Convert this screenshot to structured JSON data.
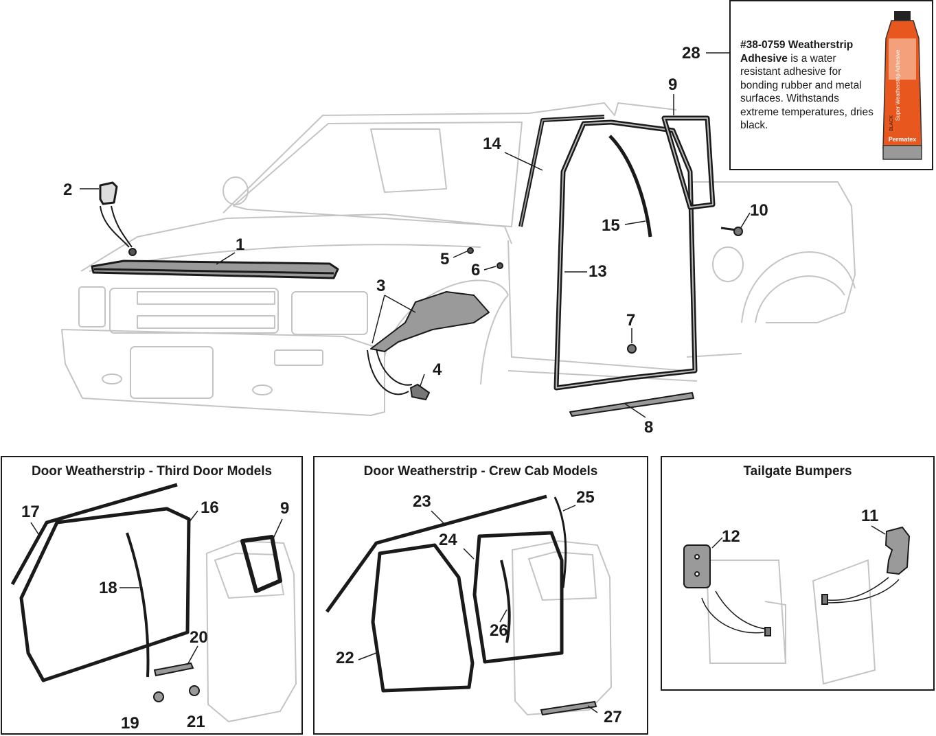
{
  "callouts": {
    "c1": "1",
    "c2": "2",
    "c3": "3",
    "c4": "4",
    "c5": "5",
    "c6": "6",
    "c7": "7",
    "c8": "8",
    "c9_top": "9",
    "c10": "10",
    "c13": "13",
    "c14": "14",
    "c15": "15",
    "c28": "28",
    "c16": "16",
    "c17": "17",
    "c18": "18",
    "c19": "19",
    "c20": "20",
    "c21": "21",
    "c9_panel": "9",
    "c22": "22",
    "c23": "23",
    "c24": "24",
    "c25": "25",
    "c26": "26",
    "c27": "27",
    "c11": "11",
    "c12": "12"
  },
  "note": {
    "part_number_title": "#38-0759 Weatherstrip Adhesive",
    "description": "is a water resistant adhesive for bonding rubber and metal surfaces. Withstands extreme temperatures, dries black.",
    "tube_brand": "Permatex",
    "tube_label": "Super Weatherstrip Adhesive",
    "tube_color_word": "BLACK"
  },
  "panels": {
    "third_door": {
      "title": "Door Weatherstrip - Third Door Models"
    },
    "crew_cab": {
      "title": "Door Weatherstrip - Crew Cab Models"
    },
    "tailgate": {
      "title": "Tailgate Bumpers"
    }
  },
  "colors": {
    "outline_light": "#c4c4c4",
    "part_dark": "#1a1a1a",
    "part_fill": "#9a9a9a",
    "tube_orange": "#e8571e"
  }
}
